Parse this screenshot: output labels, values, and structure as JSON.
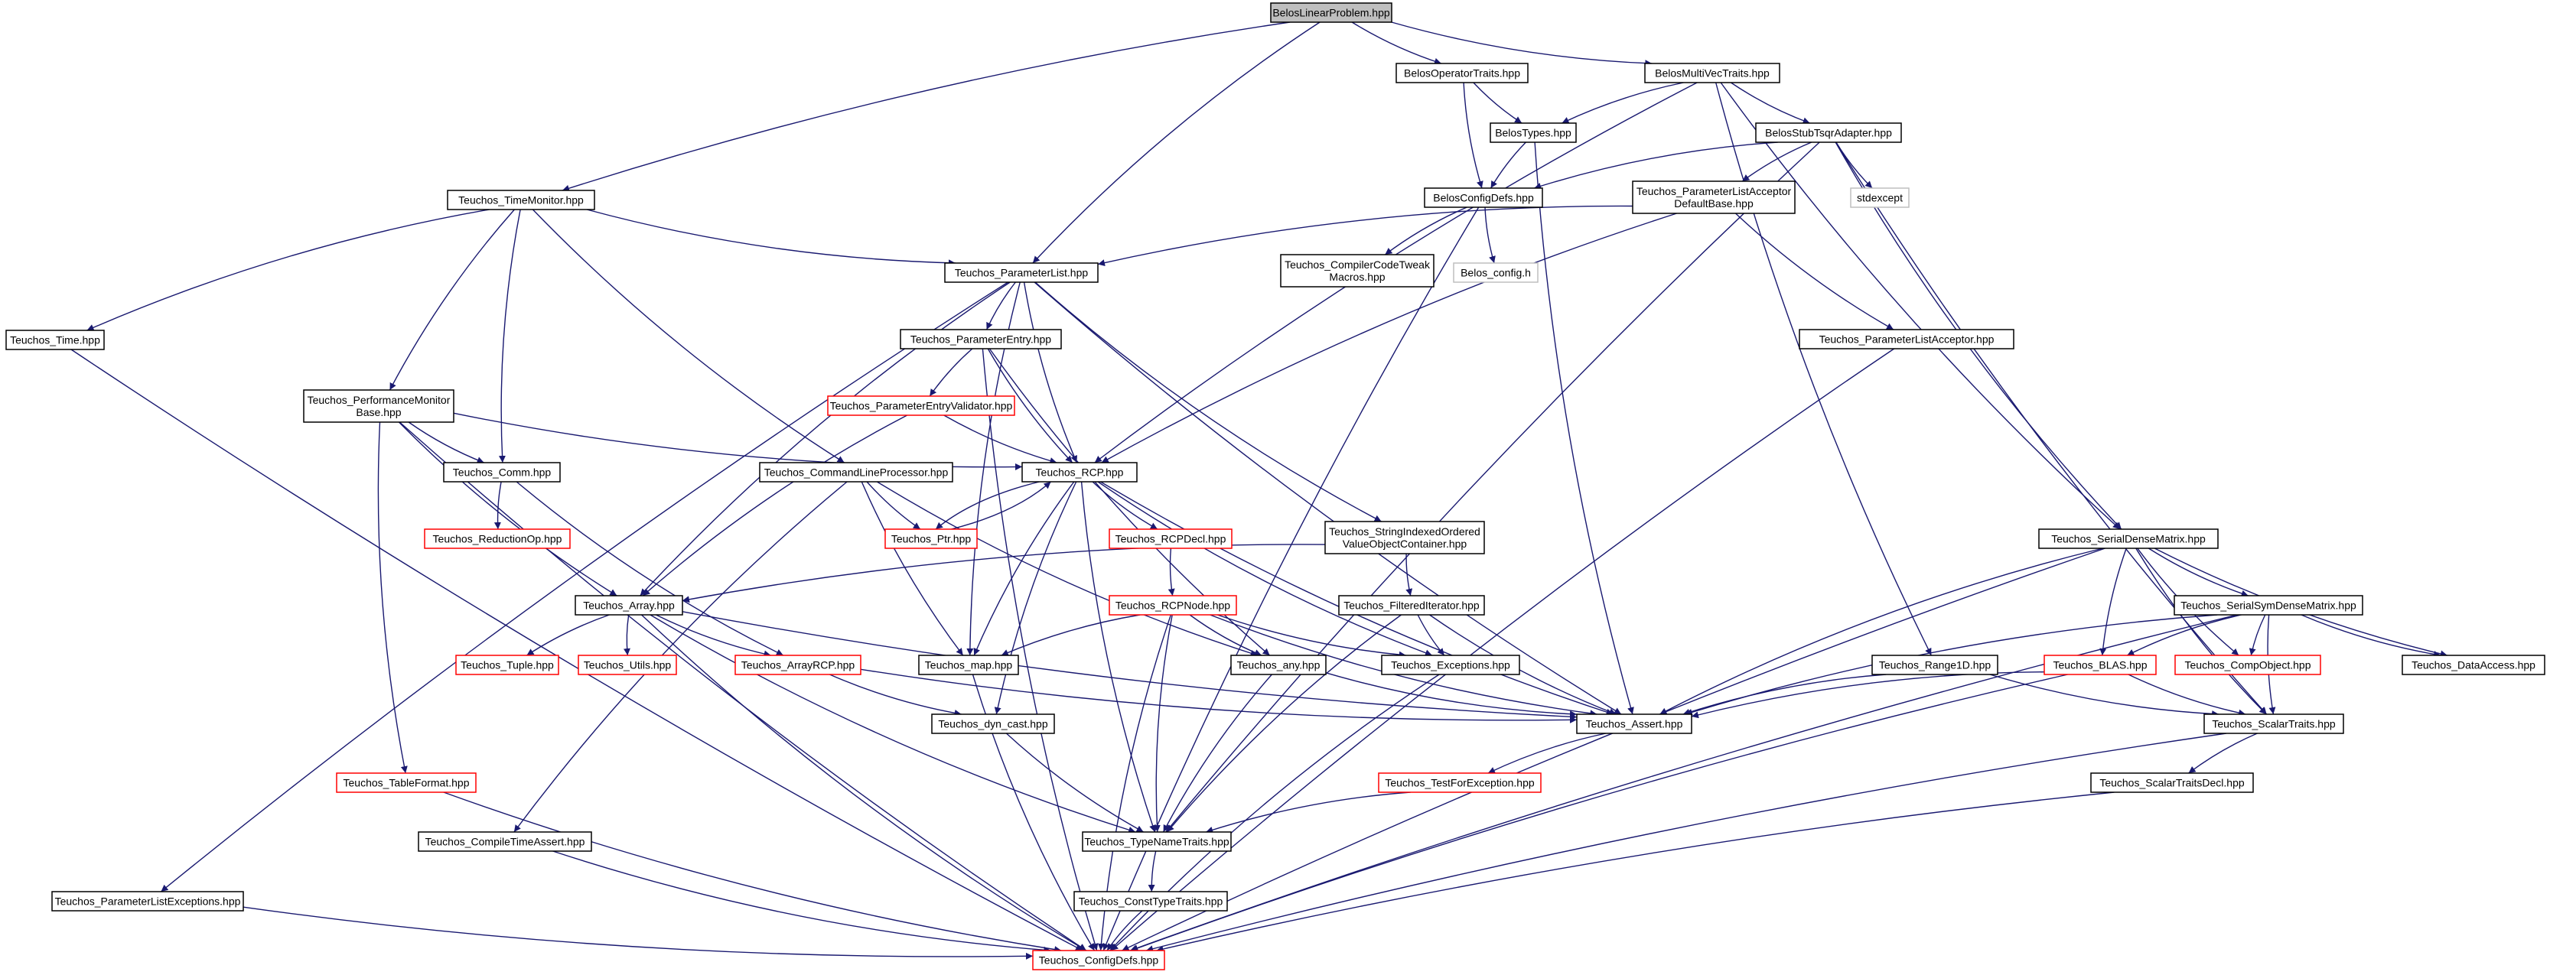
{
  "colors": {
    "edge": "#191970",
    "border_normal": "#000000",
    "border_missing": "#ff0000",
    "border_system": "#bfbfbf",
    "root_fill": "#bfbfbf",
    "node_fill": "#ffffff"
  },
  "nodes": [
    {
      "id": "BelosLinearProblem",
      "lines": [
        "BelosLinearProblem.hpp"
      ],
      "kind": "root"
    },
    {
      "id": "BelosOperatorTraits",
      "lines": [
        "BelosOperatorTraits.hpp"
      ],
      "kind": "normal"
    },
    {
      "id": "BelosMultiVecTraits",
      "lines": [
        "BelosMultiVecTraits.hpp"
      ],
      "kind": "normal"
    },
    {
      "id": "BelosTypes",
      "lines": [
        "BelosTypes.hpp"
      ],
      "kind": "normal"
    },
    {
      "id": "BelosStubTsqrAdapter",
      "lines": [
        "BelosStubTsqrAdapter.hpp"
      ],
      "kind": "normal"
    },
    {
      "id": "Teuchos_TimeMonitor",
      "lines": [
        "Teuchos_TimeMonitor.hpp"
      ],
      "kind": "normal"
    },
    {
      "id": "BelosConfigDefs",
      "lines": [
        "BelosConfigDefs.hpp"
      ],
      "kind": "normal"
    },
    {
      "id": "Teuchos_ParameterListAcceptorDefaultBase",
      "lines": [
        "Teuchos_ParameterListAcceptor",
        "DefaultBase.hpp"
      ],
      "kind": "normal"
    },
    {
      "id": "stdexcept",
      "lines": [
        "stdexcept"
      ],
      "kind": "system"
    },
    {
      "id": "Teuchos_ParameterList",
      "lines": [
        "Teuchos_ParameterList.hpp"
      ],
      "kind": "normal"
    },
    {
      "id": "Teuchos_CompilerCodeTweakMacros",
      "lines": [
        "Teuchos_CompilerCodeTweak",
        "Macros.hpp"
      ],
      "kind": "normal"
    },
    {
      "id": "Belos_config",
      "lines": [
        "Belos_config.h"
      ],
      "kind": "system"
    },
    {
      "id": "Teuchos_Time",
      "lines": [
        "Teuchos_Time.hpp"
      ],
      "kind": "normal"
    },
    {
      "id": "Teuchos_ParameterEntry",
      "lines": [
        "Teuchos_ParameterEntry.hpp"
      ],
      "kind": "normal"
    },
    {
      "id": "Teuchos_ParameterListAcceptor",
      "lines": [
        "Teuchos_ParameterListAcceptor.hpp"
      ],
      "kind": "normal"
    },
    {
      "id": "Teuchos_PerformanceMonitorBase",
      "lines": [
        "Teuchos_PerformanceMonitor",
        "Base.hpp"
      ],
      "kind": "normal"
    },
    {
      "id": "Teuchos_ParameterEntryValidator",
      "lines": [
        "Teuchos_ParameterEntryValidator.hpp"
      ],
      "kind": "missing"
    },
    {
      "id": "Teuchos_Comm",
      "lines": [
        "Teuchos_Comm.hpp"
      ],
      "kind": "normal"
    },
    {
      "id": "Teuchos_CommandLineProcessor",
      "lines": [
        "Teuchos_CommandLineProcessor.hpp"
      ],
      "kind": "normal"
    },
    {
      "id": "Teuchos_RCP",
      "lines": [
        "Teuchos_RCP.hpp"
      ],
      "kind": "normal"
    },
    {
      "id": "Teuchos_ReductionOp",
      "lines": [
        "Teuchos_ReductionOp.hpp"
      ],
      "kind": "missing"
    },
    {
      "id": "Teuchos_Ptr",
      "lines": [
        "Teuchos_Ptr.hpp"
      ],
      "kind": "missing"
    },
    {
      "id": "Teuchos_RCPDecl",
      "lines": [
        "Teuchos_RCPDecl.hpp"
      ],
      "kind": "missing"
    },
    {
      "id": "Teuchos_StringIndexedOrderedValueObjectContainer",
      "lines": [
        "Teuchos_StringIndexedOrdered",
        "ValueObjectContainer.hpp"
      ],
      "kind": "normal"
    },
    {
      "id": "Teuchos_SerialDenseMatrix",
      "lines": [
        "Teuchos_SerialDenseMatrix.hpp"
      ],
      "kind": "normal"
    },
    {
      "id": "Teuchos_Array",
      "lines": [
        "Teuchos_Array.hpp"
      ],
      "kind": "normal"
    },
    {
      "id": "Teuchos_RCPNode",
      "lines": [
        "Teuchos_RCPNode.hpp"
      ],
      "kind": "missing"
    },
    {
      "id": "Teuchos_FilteredIterator",
      "lines": [
        "Teuchos_FilteredIterator.hpp"
      ],
      "kind": "normal"
    },
    {
      "id": "Teuchos_SerialSymDenseMatrix",
      "lines": [
        "Teuchos_SerialSymDenseMatrix.hpp"
      ],
      "kind": "normal"
    },
    {
      "id": "Teuchos_Tuple",
      "lines": [
        "Teuchos_Tuple.hpp"
      ],
      "kind": "missing"
    },
    {
      "id": "Teuchos_Utils",
      "lines": [
        "Teuchos_Utils.hpp"
      ],
      "kind": "missing"
    },
    {
      "id": "Teuchos_ArrayRCP",
      "lines": [
        "Teuchos_ArrayRCP.hpp"
      ],
      "kind": "missing"
    },
    {
      "id": "Teuchos_map",
      "lines": [
        "Teuchos_map.hpp"
      ],
      "kind": "normal"
    },
    {
      "id": "Teuchos_any",
      "lines": [
        "Teuchos_any.hpp"
      ],
      "kind": "normal"
    },
    {
      "id": "Teuchos_Exceptions",
      "lines": [
        "Teuchos_Exceptions.hpp"
      ],
      "kind": "normal"
    },
    {
      "id": "Teuchos_Range1D",
      "lines": [
        "Teuchos_Range1D.hpp"
      ],
      "kind": "normal"
    },
    {
      "id": "Teuchos_BLAS",
      "lines": [
        "Teuchos_BLAS.hpp"
      ],
      "kind": "missing"
    },
    {
      "id": "Teuchos_CompObject",
      "lines": [
        "Teuchos_CompObject.hpp"
      ],
      "kind": "missing"
    },
    {
      "id": "Teuchos_DataAccess",
      "lines": [
        "Teuchos_DataAccess.hpp"
      ],
      "kind": "normal"
    },
    {
      "id": "Teuchos_dyn_cast",
      "lines": [
        "Teuchos_dyn_cast.hpp"
      ],
      "kind": "normal"
    },
    {
      "id": "Teuchos_Assert",
      "lines": [
        "Teuchos_Assert.hpp"
      ],
      "kind": "normal"
    },
    {
      "id": "Teuchos_ScalarTraits",
      "lines": [
        "Teuchos_ScalarTraits.hpp"
      ],
      "kind": "normal"
    },
    {
      "id": "Teuchos_TableFormat",
      "lines": [
        "Teuchos_TableFormat.hpp"
      ],
      "kind": "missing"
    },
    {
      "id": "Teuchos_TestForException",
      "lines": [
        "Teuchos_TestForException.hpp"
      ],
      "kind": "missing"
    },
    {
      "id": "Teuchos_ScalarTraitsDecl",
      "lines": [
        "Teuchos_ScalarTraitsDecl.hpp"
      ],
      "kind": "normal"
    },
    {
      "id": "Teuchos_CompileTimeAssert",
      "lines": [
        "Teuchos_CompileTimeAssert.hpp"
      ],
      "kind": "normal"
    },
    {
      "id": "Teuchos_TypeNameTraits",
      "lines": [
        "Teuchos_TypeNameTraits.hpp"
      ],
      "kind": "normal"
    },
    {
      "id": "Teuchos_ParameterListExceptions",
      "lines": [
        "Teuchos_ParameterListExceptions.hpp"
      ],
      "kind": "normal"
    },
    {
      "id": "Teuchos_ConstTypeTraits",
      "lines": [
        "Teuchos_ConstTypeTraits.hpp"
      ],
      "kind": "normal"
    },
    {
      "id": "Teuchos_ConfigDefs",
      "lines": [
        "Teuchos_ConfigDefs.hpp"
      ],
      "kind": "missing"
    }
  ],
  "edges": [
    [
      "BelosLinearProblem",
      "Teuchos_TimeMonitor"
    ],
    [
      "BelosLinearProblem",
      "BelosOperatorTraits"
    ],
    [
      "BelosLinearProblem",
      "BelosMultiVecTraits"
    ],
    [
      "BelosLinearProblem",
      "Teuchos_ParameterList"
    ],
    [
      "BelosOperatorTraits",
      "BelosTypes"
    ],
    [
      "BelosOperatorTraits",
      "BelosConfigDefs"
    ],
    [
      "BelosMultiVecTraits",
      "BelosTypes"
    ],
    [
      "BelosMultiVecTraits",
      "BelosStubTsqrAdapter"
    ],
    [
      "BelosMultiVecTraits",
      "Teuchos_RCP"
    ],
    [
      "BelosMultiVecTraits",
      "Teuchos_SerialDenseMatrix"
    ],
    [
      "BelosMultiVecTraits",
      "Teuchos_Range1D"
    ],
    [
      "BelosTypes",
      "BelosConfigDefs"
    ],
    [
      "BelosTypes",
      "Teuchos_Assert"
    ],
    [
      "BelosStubTsqrAdapter",
      "BelosConfigDefs"
    ],
    [
      "BelosStubTsqrAdapter",
      "Teuchos_ParameterListAcceptorDefaultBase"
    ],
    [
      "BelosStubTsqrAdapter",
      "stdexcept"
    ],
    [
      "BelosStubTsqrAdapter",
      "Teuchos_SerialDenseMatrix"
    ],
    [
      "BelosStubTsqrAdapter",
      "Teuchos_ScalarTraits"
    ],
    [
      "BelosStubTsqrAdapter",
      "Teuchos_TypeNameTraits"
    ],
    [
      "BelosConfigDefs",
      "Teuchos_CompilerCodeTweakMacros"
    ],
    [
      "BelosConfigDefs",
      "Belos_config"
    ],
    [
      "BelosConfigDefs",
      "Teuchos_ConfigDefs"
    ],
    [
      "Teuchos_ParameterListAcceptorDefaultBase",
      "Teuchos_ParameterList"
    ],
    [
      "Teuchos_ParameterListAcceptorDefaultBase",
      "Teuchos_ParameterListAcceptor"
    ],
    [
      "Teuchos_ParameterListAcceptorDefaultBase",
      "Teuchos_RCP"
    ],
    [
      "Teuchos_ParameterListAcceptor",
      "Teuchos_ConfigDefs"
    ],
    [
      "Teuchos_TimeMonitor",
      "Teuchos_Time"
    ],
    [
      "Teuchos_TimeMonitor",
      "Teuchos_PerformanceMonitorBase"
    ],
    [
      "Teuchos_TimeMonitor",
      "Teuchos_Comm"
    ],
    [
      "Teuchos_TimeMonitor",
      "Teuchos_CommandLineProcessor"
    ],
    [
      "Teuchos_TimeMonitor",
      "Teuchos_ParameterList"
    ],
    [
      "Teuchos_Time",
      "Teuchos_ConfigDefs"
    ],
    [
      "Teuchos_ParameterList",
      "Teuchos_ParameterListExceptions"
    ],
    [
      "Teuchos_ParameterList",
      "Teuchos_ParameterEntry"
    ],
    [
      "Teuchos_ParameterList",
      "Teuchos_RCP"
    ],
    [
      "Teuchos_ParameterList",
      "Teuchos_Array"
    ],
    [
      "Teuchos_ParameterList",
      "Teuchos_map"
    ],
    [
      "Teuchos_ParameterList",
      "Teuchos_StringIndexedOrderedValueObjectContainer"
    ],
    [
      "Teuchos_ParameterList",
      "Teuchos_Assert"
    ],
    [
      "Teuchos_ParameterEntry",
      "Teuchos_ConfigDefs"
    ],
    [
      "Teuchos_ParameterEntry",
      "Teuchos_ParameterEntryValidator"
    ],
    [
      "Teuchos_ParameterEntry",
      "Teuchos_RCP"
    ],
    [
      "Teuchos_ParameterEntry",
      "Teuchos_any"
    ],
    [
      "Teuchos_ParameterEntryValidator",
      "Teuchos_RCP"
    ],
    [
      "Teuchos_ParameterEntryValidator",
      "Teuchos_Array"
    ],
    [
      "Teuchos_PerformanceMonitorBase",
      "Teuchos_Comm"
    ],
    [
      "Teuchos_PerformanceMonitorBase",
      "Teuchos_RCP"
    ],
    [
      "Teuchos_PerformanceMonitorBase",
      "Teuchos_Array"
    ],
    [
      "Teuchos_PerformanceMonitorBase",
      "Teuchos_TableFormat"
    ],
    [
      "Teuchos_PerformanceMonitorBase",
      "Teuchos_ConfigDefs"
    ],
    [
      "Teuchos_Comm",
      "Teuchos_ReductionOp"
    ],
    [
      "Teuchos_Comm",
      "Teuchos_ArrayRCP"
    ],
    [
      "Teuchos_CommandLineProcessor",
      "Teuchos_Ptr"
    ],
    [
      "Teuchos_CommandLineProcessor",
      "Teuchos_map"
    ],
    [
      "Teuchos_CommandLineProcessor",
      "Teuchos_any"
    ],
    [
      "Teuchos_CommandLineProcessor",
      "Teuchos_CompileTimeAssert"
    ],
    [
      "Teuchos_RCP",
      "Teuchos_Ptr"
    ],
    [
      "Teuchos_Ptr",
      "Teuchos_RCP"
    ],
    [
      "Teuchos_RCP",
      "Teuchos_RCPDecl"
    ],
    [
      "Teuchos_RCP",
      "Teuchos_map"
    ],
    [
      "Teuchos_RCP",
      "Teuchos_dyn_cast"
    ],
    [
      "Teuchos_RCP",
      "Teuchos_Exceptions"
    ],
    [
      "Teuchos_RCP",
      "Teuchos_Assert"
    ],
    [
      "Teuchos_RCP",
      "Teuchos_TypeNameTraits"
    ],
    [
      "Teuchos_RCPDecl",
      "Teuchos_RCPNode"
    ],
    [
      "Teuchos_RCPNode",
      "Teuchos_map"
    ],
    [
      "Teuchos_RCPNode",
      "Teuchos_any"
    ],
    [
      "Teuchos_RCPNode",
      "Teuchos_Exceptions"
    ],
    [
      "Teuchos_RCPNode",
      "Teuchos_Assert"
    ],
    [
      "Teuchos_RCPNode",
      "Teuchos_TypeNameTraits"
    ],
    [
      "Teuchos_RCPNode",
      "Teuchos_ConfigDefs"
    ],
    [
      "Teuchos_StringIndexedOrderedValueObjectContainer",
      "Teuchos_Array"
    ],
    [
      "Teuchos_StringIndexedOrderedValueObjectContainer",
      "Teuchos_FilteredIterator"
    ],
    [
      "Teuchos_FilteredIterator",
      "Teuchos_Exceptions"
    ],
    [
      "Teuchos_FilteredIterator",
      "Teuchos_Assert"
    ],
    [
      "Teuchos_FilteredIterator",
      "Teuchos_TypeNameTraits"
    ],
    [
      "Teuchos_Array",
      "Teuchos_Tuple"
    ],
    [
      "Teuchos_Array",
      "Teuchos_Utils"
    ],
    [
      "Teuchos_Array",
      "Teuchos_ArrayRCP"
    ],
    [
      "Teuchos_Array",
      "Teuchos_Assert"
    ],
    [
      "Teuchos_Array",
      "Teuchos_TypeNameTraits"
    ],
    [
      "Teuchos_Array",
      "Teuchos_ConfigDefs"
    ],
    [
      "Teuchos_ArrayRCP",
      "Teuchos_dyn_cast"
    ],
    [
      "Teuchos_ArrayRCP",
      "Teuchos_Assert"
    ],
    [
      "Teuchos_map",
      "Teuchos_ConfigDefs"
    ],
    [
      "Teuchos_any",
      "Teuchos_Assert"
    ],
    [
      "Teuchos_any",
      "Teuchos_TypeNameTraits"
    ],
    [
      "Teuchos_Exceptions",
      "Teuchos_ConfigDefs"
    ],
    [
      "Teuchos_dyn_cast",
      "Teuchos_TypeNameTraits"
    ],
    [
      "Teuchos_Assert",
      "Teuchos_TestForException"
    ],
    [
      "Teuchos_TestForException",
      "Teuchos_TypeNameTraits"
    ],
    [
      "Teuchos_TypeNameTraits",
      "Teuchos_ConstTypeTraits"
    ],
    [
      "Teuchos_ConstTypeTraits",
      "Teuchos_ConfigDefs"
    ],
    [
      "Teuchos_CompileTimeAssert",
      "Teuchos_ConfigDefs"
    ],
    [
      "Teuchos_TableFormat",
      "Teuchos_ConfigDefs"
    ],
    [
      "Teuchos_ParameterListExceptions",
      "Teuchos_ConfigDefs"
    ],
    [
      "Teuchos_SerialDenseMatrix",
      "Teuchos_SerialSymDenseMatrix"
    ],
    [
      "Teuchos_SerialDenseMatrix",
      "Teuchos_BLAS"
    ],
    [
      "Teuchos_SerialDenseMatrix",
      "Teuchos_CompObject"
    ],
    [
      "Teuchos_SerialDenseMatrix",
      "Teuchos_DataAccess"
    ],
    [
      "Teuchos_SerialDenseMatrix",
      "Teuchos_ScalarTraits"
    ],
    [
      "Teuchos_SerialDenseMatrix",
      "Teuchos_Assert"
    ],
    [
      "Teuchos_SerialDenseMatrix",
      "Teuchos_ConfigDefs"
    ],
    [
      "Teuchos_SerialSymDenseMatrix",
      "Teuchos_BLAS"
    ],
    [
      "Teuchos_SerialSymDenseMatrix",
      "Teuchos_CompObject"
    ],
    [
      "Teuchos_SerialSymDenseMatrix",
      "Teuchos_DataAccess"
    ],
    [
      "Teuchos_SerialSymDenseMatrix",
      "Teuchos_ScalarTraits"
    ],
    [
      "Teuchos_SerialSymDenseMatrix",
      "Teuchos_Assert"
    ],
    [
      "Teuchos_SerialSymDenseMatrix",
      "Teuchos_ConfigDefs"
    ],
    [
      "Teuchos_Range1D",
      "Teuchos_Assert"
    ],
    [
      "Teuchos_Range1D",
      "Teuchos_ScalarTraits"
    ],
    [
      "Teuchos_BLAS",
      "Teuchos_ScalarTraits"
    ],
    [
      "Teuchos_BLAS",
      "Teuchos_Assert"
    ],
    [
      "Teuchos_BLAS",
      "Teuchos_ConfigDefs"
    ],
    [
      "Teuchos_ScalarTraits",
      "Teuchos_ScalarTraitsDecl"
    ],
    [
      "Teuchos_ScalarTraits",
      "Teuchos_ConfigDefs"
    ],
    [
      "Teuchos_ScalarTraitsDecl",
      "Teuchos_ConfigDefs"
    ]
  ]
}
